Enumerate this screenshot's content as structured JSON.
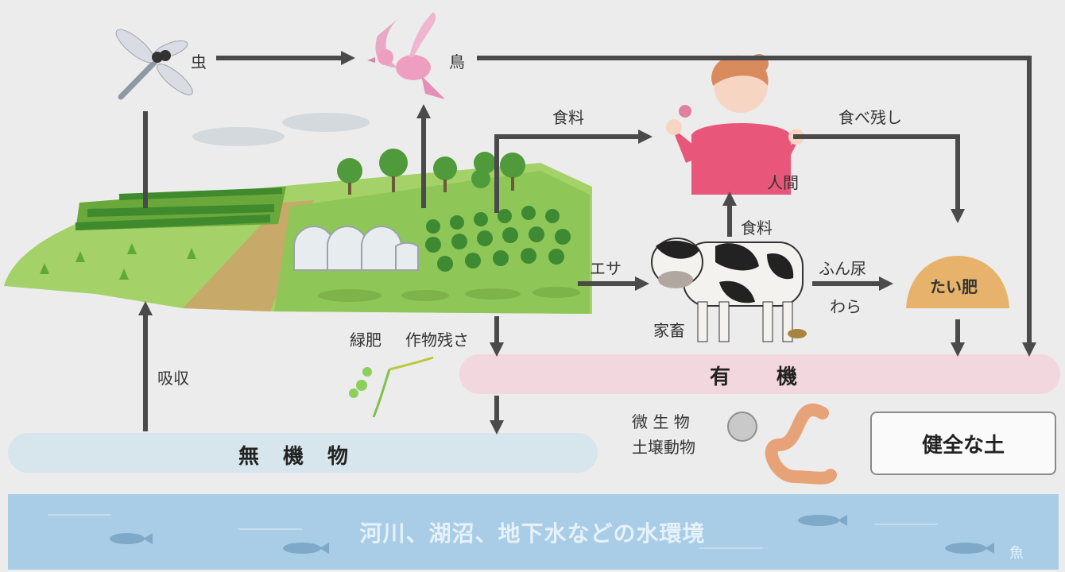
{
  "animals": {
    "insect": "虫",
    "bird": "鳥",
    "human": "人間",
    "livestock": "家畜",
    "fish": "魚"
  },
  "flows": {
    "food_to_human": "食料",
    "food_from_livestock": "食料",
    "leftovers": "食べ残し",
    "feed": "エサ",
    "manure": "ふん尿",
    "straw": "わら",
    "green_manure": "緑肥",
    "crop_residue": "作物残さ",
    "absorption": "吸収"
  },
  "compost": "たい肥",
  "bands": {
    "organic": "有　　機",
    "inorganic": "無　機　物"
  },
  "decomposers": {
    "line1": "微 生 物",
    "line2": "土壌動物"
  },
  "healthy_soil": "健全な土",
  "water": "河川、湖沼、地下水などの水環境",
  "colors": {
    "arrow": "#4a4a4a",
    "organic_band": "#f2d7de",
    "inorganic_band": "#d6e6ec",
    "water": "#a9cde6",
    "compost": "#e6b26c",
    "field_green": "#7ec04a",
    "human_shirt": "#e8577a"
  },
  "icons": [
    "dragonfly-icon",
    "bird-icon",
    "human-icon",
    "cow-icon",
    "compost-pile-icon",
    "microbe-icon",
    "earthworm-icon",
    "fish-icon",
    "sprout-icon"
  ]
}
